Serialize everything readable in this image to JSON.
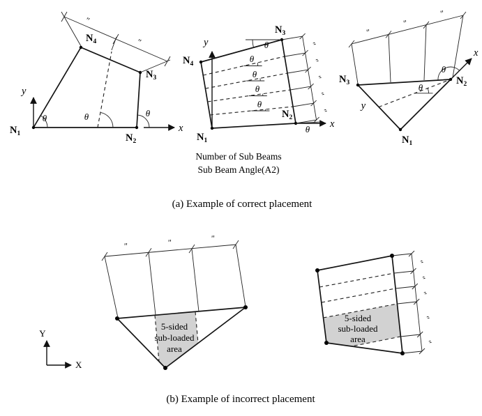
{
  "figure": {
    "captions": {
      "a": "(a) Example of correct placement",
      "b": "(b) Example of incorrect placement"
    },
    "notes": {
      "line1": "Number of Sub Beams",
      "line2": "Sub Beam Angle(A2)"
    },
    "shaded_area_label": {
      "line1": "5-sided",
      "line2": "sub-loaded",
      "line3": "area"
    },
    "symbols": {
      "theta": "θ",
      "double_prime": "″",
      "axis_x": "x",
      "axis_y": "y",
      "global_axis_x": "X",
      "global_axis_y": "Y"
    },
    "nodes": {
      "prefix": "N",
      "n1": "1",
      "n2": "2",
      "n3": "3",
      "n4": "4"
    }
  }
}
